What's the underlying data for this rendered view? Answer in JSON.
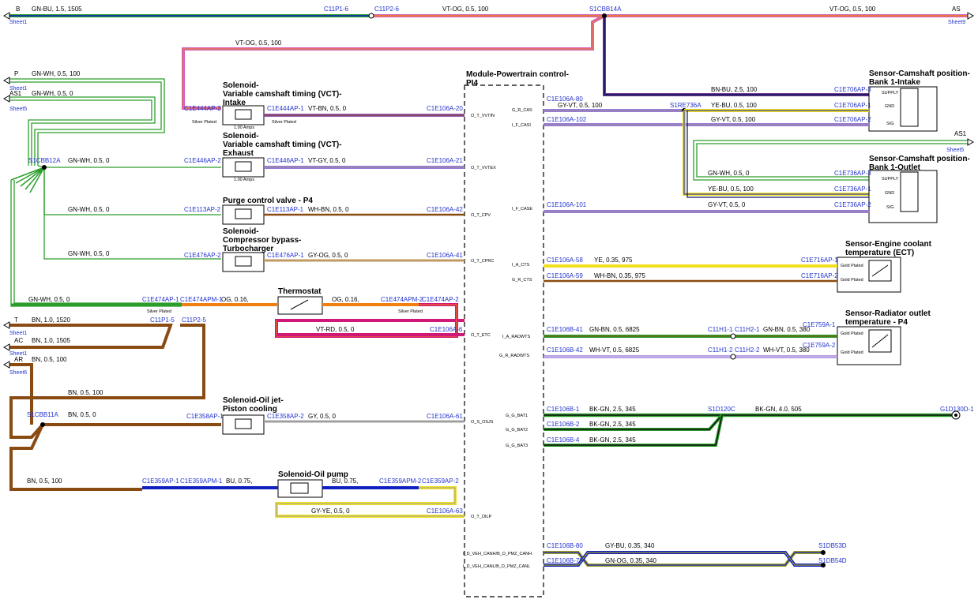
{
  "sheets": {
    "top_left_signal": "B",
    "top_left_sheet": "Sheet1",
    "top_right_signal": "AS",
    "top_right_sheet": "Sheet9",
    "p_signal": "P",
    "p_sheet": "Sheet1",
    "as1_signal": "AS1",
    "as1_sheet": "Sheet5",
    "t_signal": "T",
    "t_sheet": "Sheet1",
    "ac_signal": "AC",
    "ac_sheet": "Sheet1",
    "ar_signal": "AR",
    "ar_sheet": "Sheet6",
    "right_as1_signal": "AS1",
    "right_as1_sheet": "Sheet5"
  },
  "module": {
    "title": "Module-Powertrain control-\nPI4"
  },
  "components": {
    "vct_intake": "Solenoid-\nVariable camshaft timing (VCT)-\nIntake",
    "vct_exhaust": "Solenoid-\nVariable camshaft timing (VCT)-\nExhaust",
    "purge": "Purge control valve - P4",
    "bypass": "Solenoid-\nCompressor bypass-\nTurbocharger",
    "thermostat": "Thermostat",
    "oil_jet": "Solenoid-Oil jet-\nPiston cooling",
    "oil_pump": "Solenoid-Oil pump",
    "cam_intake": "Sensor-Camshaft position-\nBank 1-Intake",
    "cam_outlet": "Sensor-Camshaft position-\nBank 1-Outlet",
    "ect": "Sensor-Engine coolant\ntemperature (ECT)",
    "radiator": "Sensor-Radiator outlet\ntemperature - P4"
  },
  "amps": {
    "label": "1.00 Amps"
  },
  "plating": {
    "silver": "Silver Plated",
    "gold": "Gold Plated"
  },
  "sensor_pins": {
    "supply": "SUPPLY",
    "gnd": "GND",
    "sig": "SIG"
  },
  "wires": {
    "b_gnbu": "GN-BU, 1.5, 1505",
    "vtog_top": "VT-OG, 0.5, 100",
    "vtog_right": "VT-OG, 0.5, 100",
    "vtog_drop": "VT-OG, 0.5, 100",
    "p_gnwh": "GN-WH, 0.5, 100",
    "as1_gnwh": "GN-WH, 0.5, 0",
    "splice12_gnwh": "GN-WH, 0.5, 0",
    "purge_gnwh": "GN-WH, 0.5, 0",
    "bypass_gnwh": "GN-WH, 0.5, 0",
    "thermo_gnwh": "GN-WH, 0.5, 0",
    "vct_int_sig": "VT-BN, 0.5, 0",
    "vct_exh_sig": "VT-GY, 0.5, 0",
    "purge_sig": "WH-BN, 0.5, 0",
    "bypass_sig": "GY-OG, 0.5, 0",
    "thermo_og1": "OG, 0.16,",
    "thermo_og2": "OG, 0.16,",
    "thermo_vtrd": "VT-RD, 0.5, 0",
    "t_bn": "BN, 1.0, 1520",
    "ac_bn": "BN, 1.0, 1505",
    "ar_bn": "BN, 0.5, 100",
    "bn_mid": "BN, 0.5, 100",
    "bn_splice11": "BN, 0.5, 0",
    "oiljet_sig": "GY, 0.5, 0",
    "bn_lower": "BN, 0.5, 100",
    "oilpump_bu1": "BU, 0.75,",
    "oilpump_bu2": "BU, 0.75,",
    "oilpump_gyye": "GY-YE, 0.5, 0",
    "cam_bnbu": "BN-BU, 2.5, 100",
    "cam_gyvt1": "GY-VT, 0.5, 100",
    "cam_yebu1": "YE-BU, 0.5, 100",
    "cam_gyvt2": "GY-VT, 0.5, 100",
    "out_gnwh": "GN-WH, 0.5, 0",
    "out_yebu": "YE-BU, 0.5, 100",
    "out_gyvt": "GY-VT, 0.5, 0",
    "ect_ye": "YE, 0.35, 975",
    "ect_whbn": "WH-BN, 0.35, 975",
    "rad_gnbn1": "GN-BN, 0.5, 6825",
    "rad_gnbn2": "GN-BN, 0.5, 380",
    "rad_whvt1": "WH-VT, 0.5, 6825",
    "rad_whvt2": "WH-VT, 0.5, 380",
    "bat_bkgn1": "BK-GN, 2.5, 345",
    "bat_bkgn2": "BK-GN, 2.5, 345",
    "bat_bkgn3": "BK-GN, 2.5, 345",
    "bat_main": "BK-GN, 4.0, 505",
    "can_gybu": "GY-BU, 0.35, 340",
    "can_gnog": "GN-OG, 0.35, 340"
  },
  "connectors": {
    "c11p1_6": "C11P1-6",
    "c11p2_6": "C11P2-6",
    "s1cbb14a": "S1CBB14A",
    "s1cbb12a": "S1CBB12A",
    "s1cbb11a": "S1CBB11A",
    "s1re736a": "S1RE736A",
    "s1d120c": "S1D120C",
    "g1d130d": "G1D130D-1",
    "c1e444ap2": "C1E444AP-2",
    "c1e444ap1": "C1E444AP-1",
    "c1e106a20": "C1E106A-20",
    "c1e446ap2": "C1E446AP-2",
    "c1e446ap1": "C1E446AP-1",
    "c1e106a21": "C1E106A-21",
    "c1e113ap2": "C1E113AP-2",
    "c1e113ap1": "C1E113AP-1",
    "c1e106a42": "C1E106A-42",
    "c1e476ap2": "C1E476AP-2",
    "c1e476ap1": "C1E476AP-1",
    "c1e106a41": "C1E106A-41",
    "c1e474ap1": "C1E474AP-1",
    "c1e474apm1": "C1E474APM-1",
    "c1e474apm2": "C1E474APM-2",
    "c1e474ap2": "C1E474AP-2",
    "c1e106a6": "C1E106A-6",
    "c11p1_5": "C11P1-5",
    "c11p2_5": "C11P2-5",
    "c1e358ap1": "C1E358AP-1",
    "c1e358ap2": "C1E358AP-2",
    "c1e106a61": "C1E106A-61",
    "c1e359ap1": "C1E359AP-1",
    "c1e359apm1": "C1E359APM-1",
    "c1e359apm2": "C1E359APM-2",
    "c1e359ap2": "C1E359AP-2",
    "c1e106a63": "C1E106A-63",
    "c1e106a80": "C1E106A-80",
    "c1e706ap3": "C1E706AP-3",
    "c1e706ap1": "C1E706AP-1",
    "c1e106a102": "C1E106A-102",
    "c1e706ap2": "C1E706AP-2",
    "c1e736ap3": "C1E736AP-3",
    "c1e736ap1": "C1E736AP-1",
    "c1e106a101": "C1E106A-101",
    "c1e736ap2": "C1E736AP-2",
    "c1e106a58": "C1E106A-58",
    "c1e716ap1": "C1E716AP-1",
    "c1e106a59": "C1E106A-59",
    "c1e716ap2": "C1E716AP-2",
    "c1e106b41": "C1E106B-41",
    "c11h1_1": "C11H1-1",
    "c11h2_1": "C11H2-1",
    "c1e759a1": "C1E759A-1",
    "c1e106b42": "C1E106B-42",
    "c11h1_2": "C11H1-2",
    "c11h2_2": "C11H2-2",
    "c1e759a2": "C1E759A-2",
    "c1e106b1": "C1E106B-1",
    "c1e106b2": "C1E106B-2",
    "c1e106b4": "C1E106B-4",
    "c1e106b80": "C1E106B-80",
    "c1e106b79": "C1E106B-79",
    "s1db53d": "S1DB53D",
    "s1db54d": "S1DB54D"
  },
  "pins": {
    "o_t_vvtin": "O_T_VVTIN",
    "o_t_vvtex": "O_T_VVTEX",
    "o_t_cpv": "O_T_CPV",
    "o_t_cprc": "O_T_CPRC",
    "o_t_etc": "O_T_ETC",
    "o_s_osjs": "O_S_OSJS",
    "o_t_oilp": "O_T_OILP",
    "g_r_cas": "G_R_CAS",
    "i_f_casi": "I_F_CASI",
    "i_f_case": "I_F_CASE",
    "i_a_cts": "I_A_CTS",
    "g_r_cts": "G_R_CTS",
    "i_a_radwts": "I_A_RADWTS",
    "g_r_radwts": "G_R_RADWTS",
    "g_g_bat1": "G_G_BAT1",
    "g_g_bat2": "G_G_BAT2",
    "g_g_bat3": "G_G_BAT3",
    "can_h": "I_D_VEH_CANH/B_D_PMZ_CANH",
    "can_l": "I_D_VEH_CANL/B_D_PMZ_CANL"
  },
  "colors": {
    "green": "#2a9d2a",
    "pink": "#d060c0",
    "violet": "#9a7ad8",
    "brown": "#8a4b12",
    "orange": "#f08010",
    "magenta": "#d01878",
    "grey": "#a0a0a0",
    "blue": "#1020c0",
    "yellow": "#f0e020",
    "black": "#111111",
    "tan": "#c09a60",
    "navy": "#101060"
  }
}
